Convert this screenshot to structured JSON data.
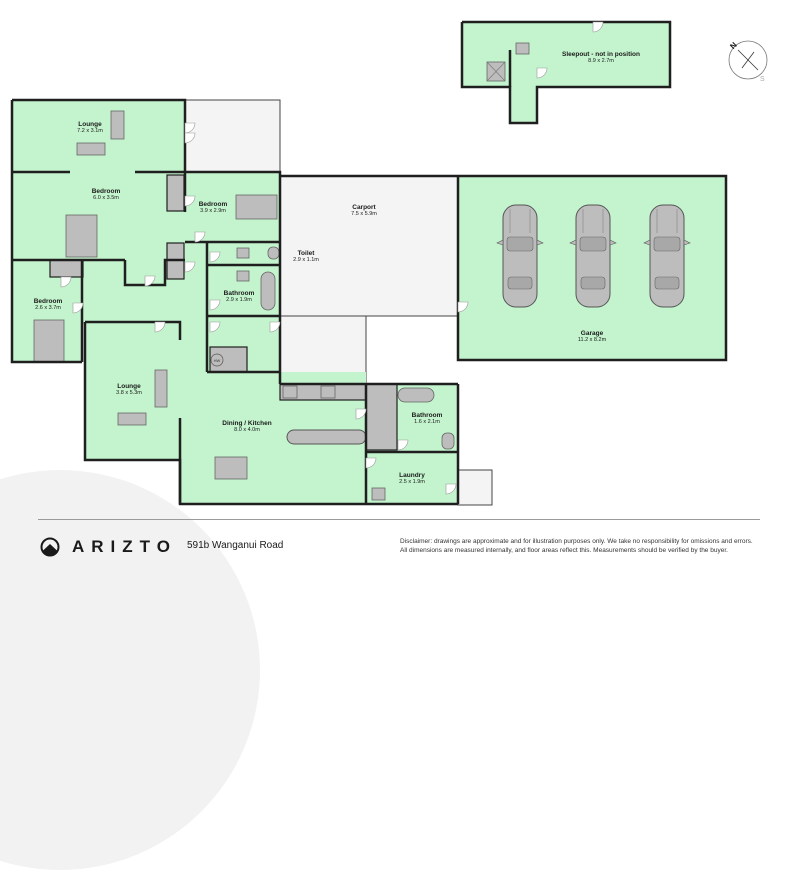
{
  "rooms": {
    "lounge_main": {
      "name": "Lounge",
      "dims": "7.2 x 3.1m"
    },
    "bedroom_large": {
      "name": "Bedroom",
      "dims": "6.0 x 3.5m"
    },
    "bedroom_mid": {
      "name": "Bedroom",
      "dims": "3.9 x 2.9m"
    },
    "bedroom_small": {
      "name": "Bedroom",
      "dims": "2.6 x 3.7m"
    },
    "toilet": {
      "name": "Toilet",
      "dims": "2.9 x 1.1m"
    },
    "bathroom_main": {
      "name": "Bathroom",
      "dims": "2.9 x 1.9m"
    },
    "carport": {
      "name": "Carport",
      "dims": "7.5 x 5.9m"
    },
    "lounge_second": {
      "name": "Lounge",
      "dims": "3.8 x 5.3m"
    },
    "dining_kitchen": {
      "name": "Dining / Kitchen",
      "dims": "8.0 x 4.0m"
    },
    "bathroom_small": {
      "name": "Bathroom",
      "dims": "1.6 x 2.1m"
    },
    "laundry": {
      "name": "Laundry",
      "dims": "2.5 x 1.9m"
    },
    "garage": {
      "name": "Garage",
      "dims": "11.2 x 8.2m"
    },
    "sleepout": {
      "name": "Sleepout - not in position",
      "dims": "8.9 x 2.7m"
    }
  },
  "fixtures": {
    "hot_water": "HW"
  },
  "compass": {
    "north": "N",
    "south": "S"
  },
  "footer": {
    "brand": "ARIZTO",
    "address": "591b Wanganui Road",
    "disclaimer_line1": "Disclaimer: drawings are approximate and for illustration purposes only. We take no responsibility for omissions and errors.",
    "disclaimer_line2": "All dimensions are measured internally, and floor areas reflect this. Measurements should be verified by the buyer."
  },
  "colors": {
    "room_fill": "#c3f4cd",
    "outdoor_fill": "#f4f4f4",
    "fixture_fill": "#bdbdbd",
    "wall": "#1f1f1f"
  }
}
